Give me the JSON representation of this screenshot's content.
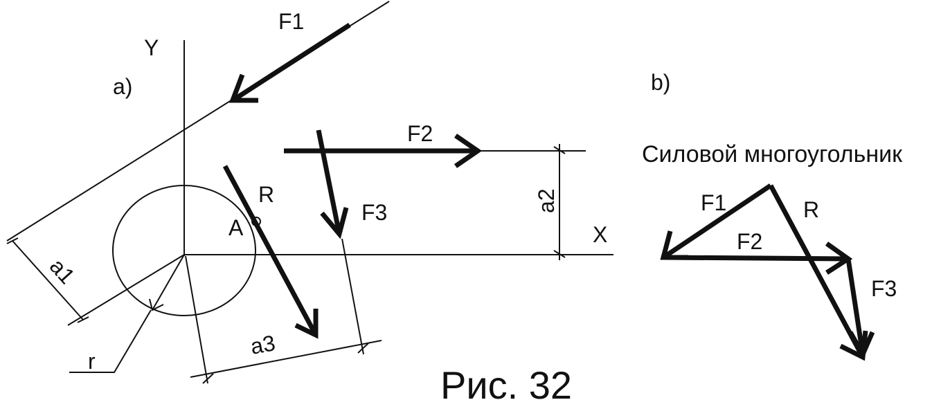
{
  "part_a_label": "a)",
  "part_b_label": "b)",
  "axis_x_label": "X",
  "axis_y_label": "Y",
  "forces": {
    "f1": "F1",
    "f2": "F2",
    "f3": "F3",
    "r": "R"
  },
  "point_a_label": "A",
  "dimensions": {
    "a1": "a1",
    "a2": "a2",
    "a3": "a3",
    "r": "r"
  },
  "polygon": {
    "title": "Силовой многоугольник",
    "f1": "F1",
    "f2": "F2",
    "f3": "F3",
    "r": "R"
  },
  "caption": "Рис. 32"
}
